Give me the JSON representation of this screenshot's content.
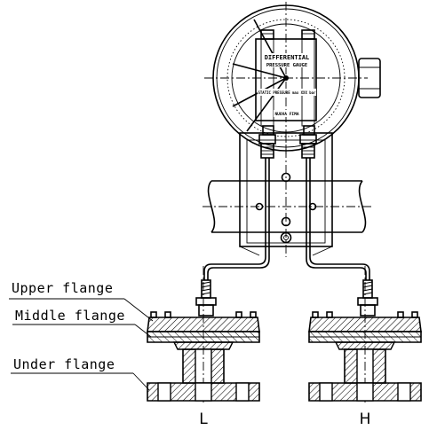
{
  "labels": {
    "upper_flange": "Upper flange",
    "middle_flange": "Middle flange",
    "under_flange": "Under flange",
    "port_low": "L",
    "port_high": "H"
  },
  "gauge": {
    "title_line1": "DIFFERENTIAL",
    "title_line2": "PRESSURE GAUGE",
    "static_line": "STATIC PRESSURE max XXX bar",
    "brand": "NUOVA FIMA"
  },
  "colors": {
    "line": "#000000",
    "hatch": "#000000",
    "background": "#ffffff"
  }
}
